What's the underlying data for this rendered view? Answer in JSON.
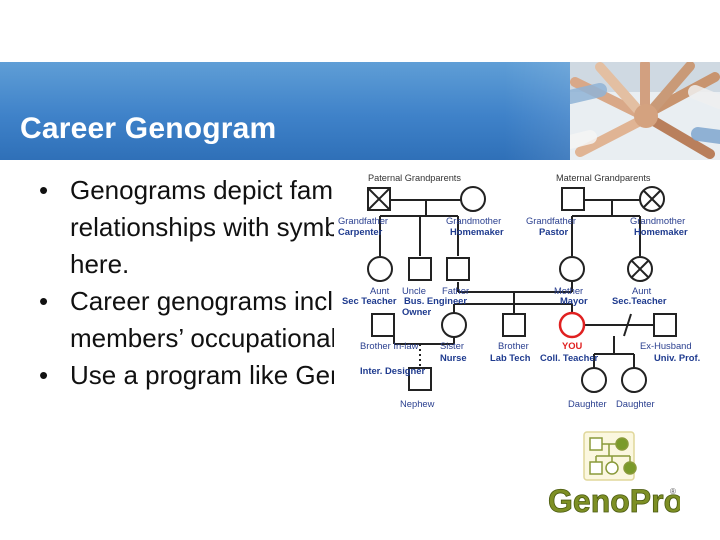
{
  "slide": {
    "title": "Career Genogram",
    "bullets": [
      {
        "text": "Genograms depict family relationships with symbols as shown here."
      },
      {
        "text": "Career genograms include family members’ occupational history."
      },
      {
        "text": "Use a program like Geno.Pro."
      }
    ],
    "bullet_glyph": "•"
  },
  "genogram": {
    "headers": {
      "paternal": "Paternal Grandparents",
      "maternal": "Maternal Grandparents"
    },
    "people": {
      "pgf": {
        "role": "Grandfather",
        "job": "Carpenter"
      },
      "pgm": {
        "role": "Grandmother",
        "job": "Homemaker"
      },
      "mgf": {
        "role": "Grandfather",
        "job": "Pastor"
      },
      "mgm": {
        "role": "Grandmother",
        "job": "Homemaker"
      },
      "aunt1": {
        "role": "Aunt",
        "job": "Sec Teacher"
      },
      "uncle": {
        "role": "Uncle",
        "job": "Bus. Engineer"
      },
      "father": {
        "role": "Father",
        "job": "Owner"
      },
      "mother": {
        "role": "Mother",
        "job": "Mayor"
      },
      "aunt2": {
        "role": "Aunt",
        "job": "Sec.Teacher"
      },
      "bro_inlaw": {
        "role": "Brother In-law",
        "job": "Inter. Designer"
      },
      "sister": {
        "role": "Sister",
        "job": "Nurse"
      },
      "brother": {
        "role": "Brother",
        "job": "Lab Tech"
      },
      "you": {
        "role": "YOU",
        "job": "Coll. Teacher"
      },
      "exhusband": {
        "role": "Ex-Husband",
        "job": "Univ. Prof."
      },
      "nephew": {
        "role": "Nephew"
      },
      "daughter1": {
        "role": "Daughter"
      },
      "daughter2": {
        "role": "Daughter"
      }
    }
  },
  "logo": {
    "text": "GenoPro",
    "mark": "®"
  },
  "colors": {
    "title_band": "#3f82c9",
    "you_highlight": "#e02020",
    "label_blue": "#2a3f8f",
    "logo_green": "#7a9a2a"
  }
}
